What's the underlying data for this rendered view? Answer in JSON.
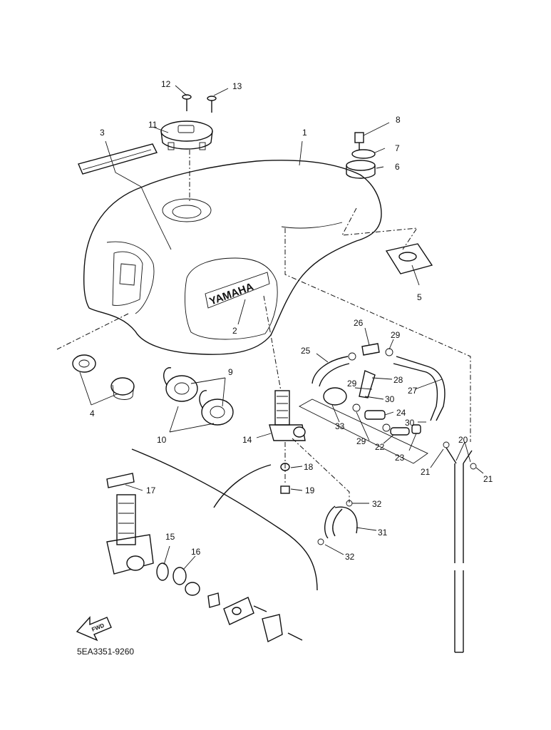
{
  "diagram": {
    "code": "5EA3351-9260",
    "brand_text": "YAMAHA",
    "fwd_text": "FWD",
    "callouts": [
      "1",
      "2",
      "3",
      "4",
      "5",
      "6",
      "7",
      "8",
      "9",
      "10",
      "11",
      "12",
      "13",
      "14",
      "15",
      "16",
      "17",
      "18",
      "19",
      "20",
      "21",
      "21",
      "22",
      "23",
      "24",
      "25",
      "26",
      "27",
      "28",
      "29",
      "29",
      "29",
      "29",
      "30",
      "30",
      "31",
      "32",
      "32",
      "33"
    ]
  },
  "colors": {
    "ink": "#111111",
    "paper": "#ffffff"
  }
}
